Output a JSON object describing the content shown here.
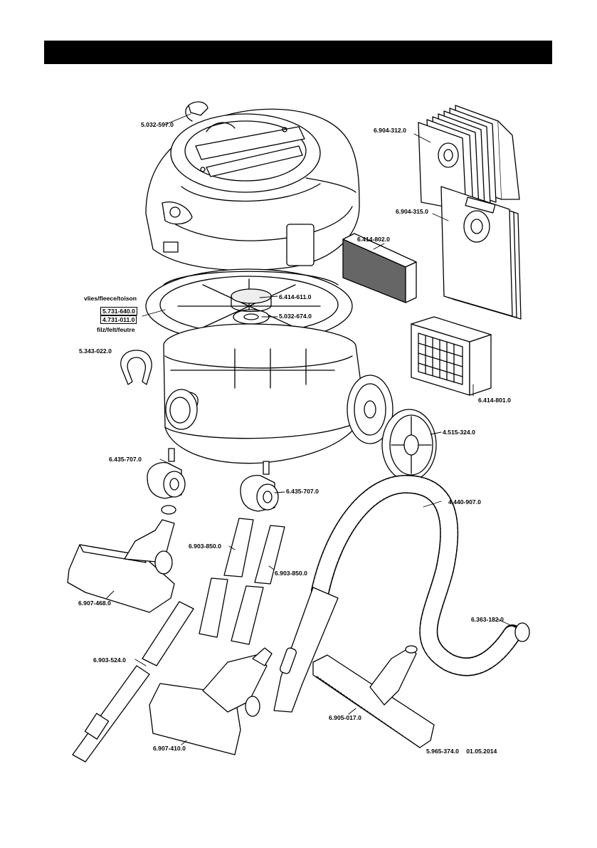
{
  "header": {
    "bar_color": "#000000"
  },
  "parts": {
    "p5032597": "5.032-597.0",
    "p6904312": "6.904-312.0",
    "p6904315": "6.904-315.0",
    "p6414802": "6.414-802.0",
    "p6414611": "6.414-611.0",
    "p5032674": "5.032-674.0",
    "filter_top": "vlies/fleece/toison",
    "p5731640": "5.731-640.0",
    "p4731011": "4.731-011.0",
    "filter_bottom": "filz/felt/feutre",
    "p5343022": "5.343-022.0",
    "p6414801": "6.414-801.0",
    "p4515324": "4.515-324.0",
    "p6435707a": "6.435-707.0",
    "p6435707b": "6.435-707.0",
    "p4440907": "4.440-907.0",
    "p6903850a": "6.903-850.0",
    "p6903850b": "6.903-850.0",
    "p6907468": "6.907-468.0",
    "p6363182": "6.363-182.0",
    "p6903524": "6.903-524.0",
    "p6905017": "6.905-017.0",
    "p6907410": "6.907-410.0"
  },
  "footer": {
    "doc_number": "5.965-374.0",
    "date": "01.05.2014"
  }
}
